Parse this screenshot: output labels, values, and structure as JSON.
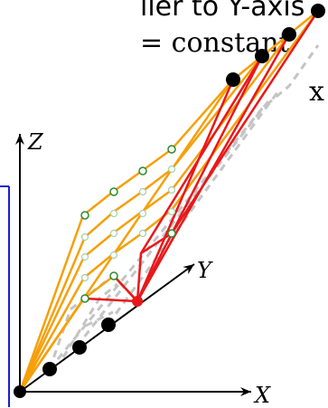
{
  "text": {
    "top_line": "ller to Y-axis",
    "constant_line": "= constant",
    "fragment": "x"
  },
  "axes": {
    "x_label": "X",
    "y_label": "Y",
    "z_label": "Z"
  },
  "colors": {
    "orange": "#f5a00a",
    "red": "#e8181a",
    "blue": "#1c1cd0",
    "gray_dashed": "#c4c4c4",
    "green": "#2c8a2c",
    "dot": "#000000"
  }
}
